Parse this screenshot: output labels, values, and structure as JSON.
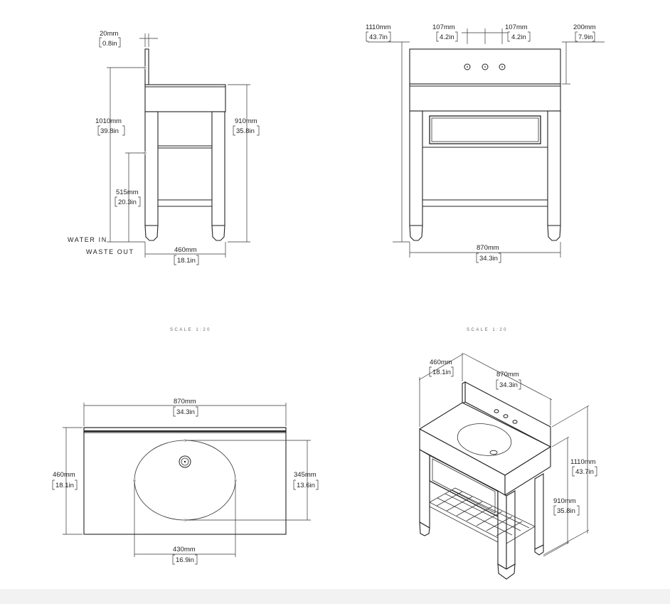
{
  "side_view": {
    "backsplash_thickness": {
      "mm": "20mm",
      "in": "0.8in"
    },
    "backsplash_height": {
      "mm": "1010mm",
      "in": "39.8in"
    },
    "counter_height": {
      "mm": "910mm",
      "in": "35.8in"
    },
    "water_height": {
      "mm": "515mm",
      "in": "20.3in"
    },
    "depth": {
      "mm": "460mm",
      "in": "18.1in"
    },
    "water_in_label": "WATER IN",
    "waste_out_label": "WASTE OUT"
  },
  "front_view": {
    "total_height": {
      "mm": "1110mm",
      "in": "43.7in"
    },
    "tap_spacing_left": {
      "mm": "107mm",
      "in": "4.2in"
    },
    "tap_spacing_right": {
      "mm": "107mm",
      "in": "4.2in"
    },
    "backsplash_height": {
      "mm": "200mm",
      "in": "7.9in"
    },
    "width": {
      "mm": "870mm",
      "in": "34.3in"
    }
  },
  "scale_left": "SCALE 1:20",
  "scale_right": "SCALE 1:20",
  "plan_view": {
    "width": {
      "mm": "870mm",
      "in": "34.3in"
    },
    "depth": {
      "mm": "460mm",
      "in": "18.1in"
    },
    "basin_depth": {
      "mm": "345mm",
      "in": "13.6in"
    },
    "basin_width": {
      "mm": "430mm",
      "in": "16.9in"
    }
  },
  "iso_view": {
    "depth": {
      "mm": "460mm",
      "in": "18.1in"
    },
    "width": {
      "mm": "870mm",
      "in": "34.3in"
    },
    "total_height": {
      "mm": "1110mm",
      "in": "43.7in"
    },
    "counter_height": {
      "mm": "910mm",
      "in": "35.8in"
    }
  }
}
